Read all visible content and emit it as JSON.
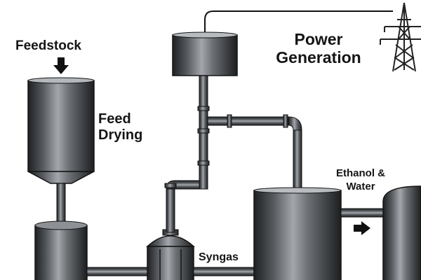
{
  "labels": {
    "feedstock": "Feedstock",
    "feed_drying_line1": "Feed",
    "feed_drying_line2": "Drying",
    "power_line1": "Power",
    "power_line2": "Generation",
    "ethanol_line1": "Ethanol &",
    "ethanol_line2": "Water",
    "syngas": "Syngas"
  },
  "colors": {
    "background": "#ffffff",
    "metal_dark": "#2a2c2e",
    "metal_light": "#9a9ea2",
    "outline": "#141414",
    "text": "#151515"
  },
  "icons": [
    "down-arrow-icon",
    "right-arrow-icon",
    "power-tower-icon"
  ]
}
